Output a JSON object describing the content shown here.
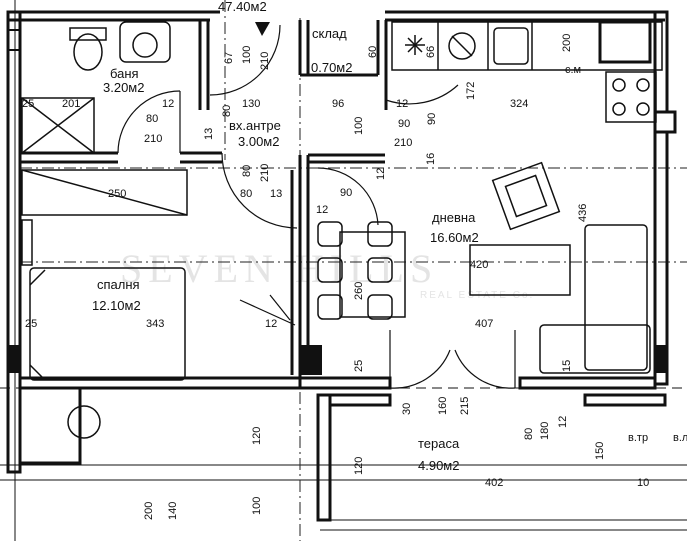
{
  "rooms": {
    "bath": {
      "name": "баня",
      "area": "3.20м2"
    },
    "entry": {
      "name": "вх.антре",
      "area": "3.00м2"
    },
    "storage": {
      "name": "склад",
      "area": "0.70м2"
    },
    "living": {
      "name": "дневна",
      "area": "16.60м2"
    },
    "bedroom": {
      "name": "спалня",
      "area": "12.10м2"
    },
    "terrace": {
      "name": "тераса",
      "area": "4.90м2"
    }
  },
  "labels": {
    "top_area": "47.40м2",
    "sm": "с.м",
    "vtr": "в.тр",
    "vl": "в.л",
    "watermark": "SEVEN HILLS",
    "watermark_sub": "REAL ESTATE Co."
  },
  "dims": {
    "d67": "67",
    "d100a": "100",
    "d210a": "210",
    "d60": "60",
    "d66": "66",
    "d200a": "200",
    "d25a": "25",
    "d201": "201",
    "d12a": "12",
    "d80a": "80",
    "d210b": "210",
    "d13a": "13",
    "d130": "130",
    "d96": "96",
    "d80b": "80",
    "d100b": "100",
    "d12b": "12",
    "d90a": "90",
    "d210c": "210",
    "d90b": "90",
    "d172": "172",
    "d324": "324",
    "d16": "16",
    "d80c": "80",
    "d210d": "210",
    "d80d": "80",
    "d13b": "13",
    "d250": "250",
    "d12c": "12",
    "d90c": "90",
    "d12d": "12",
    "d436": "436",
    "d420": "420",
    "d260": "260",
    "d25b": "25",
    "d343": "343",
    "d12e": "12",
    "d407": "407",
    "d25c": "25",
    "d15": "15",
    "d30": "30",
    "d160": "160",
    "d215": "215",
    "d80e": "80",
    "d180": "180",
    "d12f": "12",
    "d120a": "120",
    "d120b": "120",
    "d150": "150",
    "d402": "402",
    "d10": "10",
    "d200b": "200",
    "d140": "140",
    "d100c": "100"
  }
}
